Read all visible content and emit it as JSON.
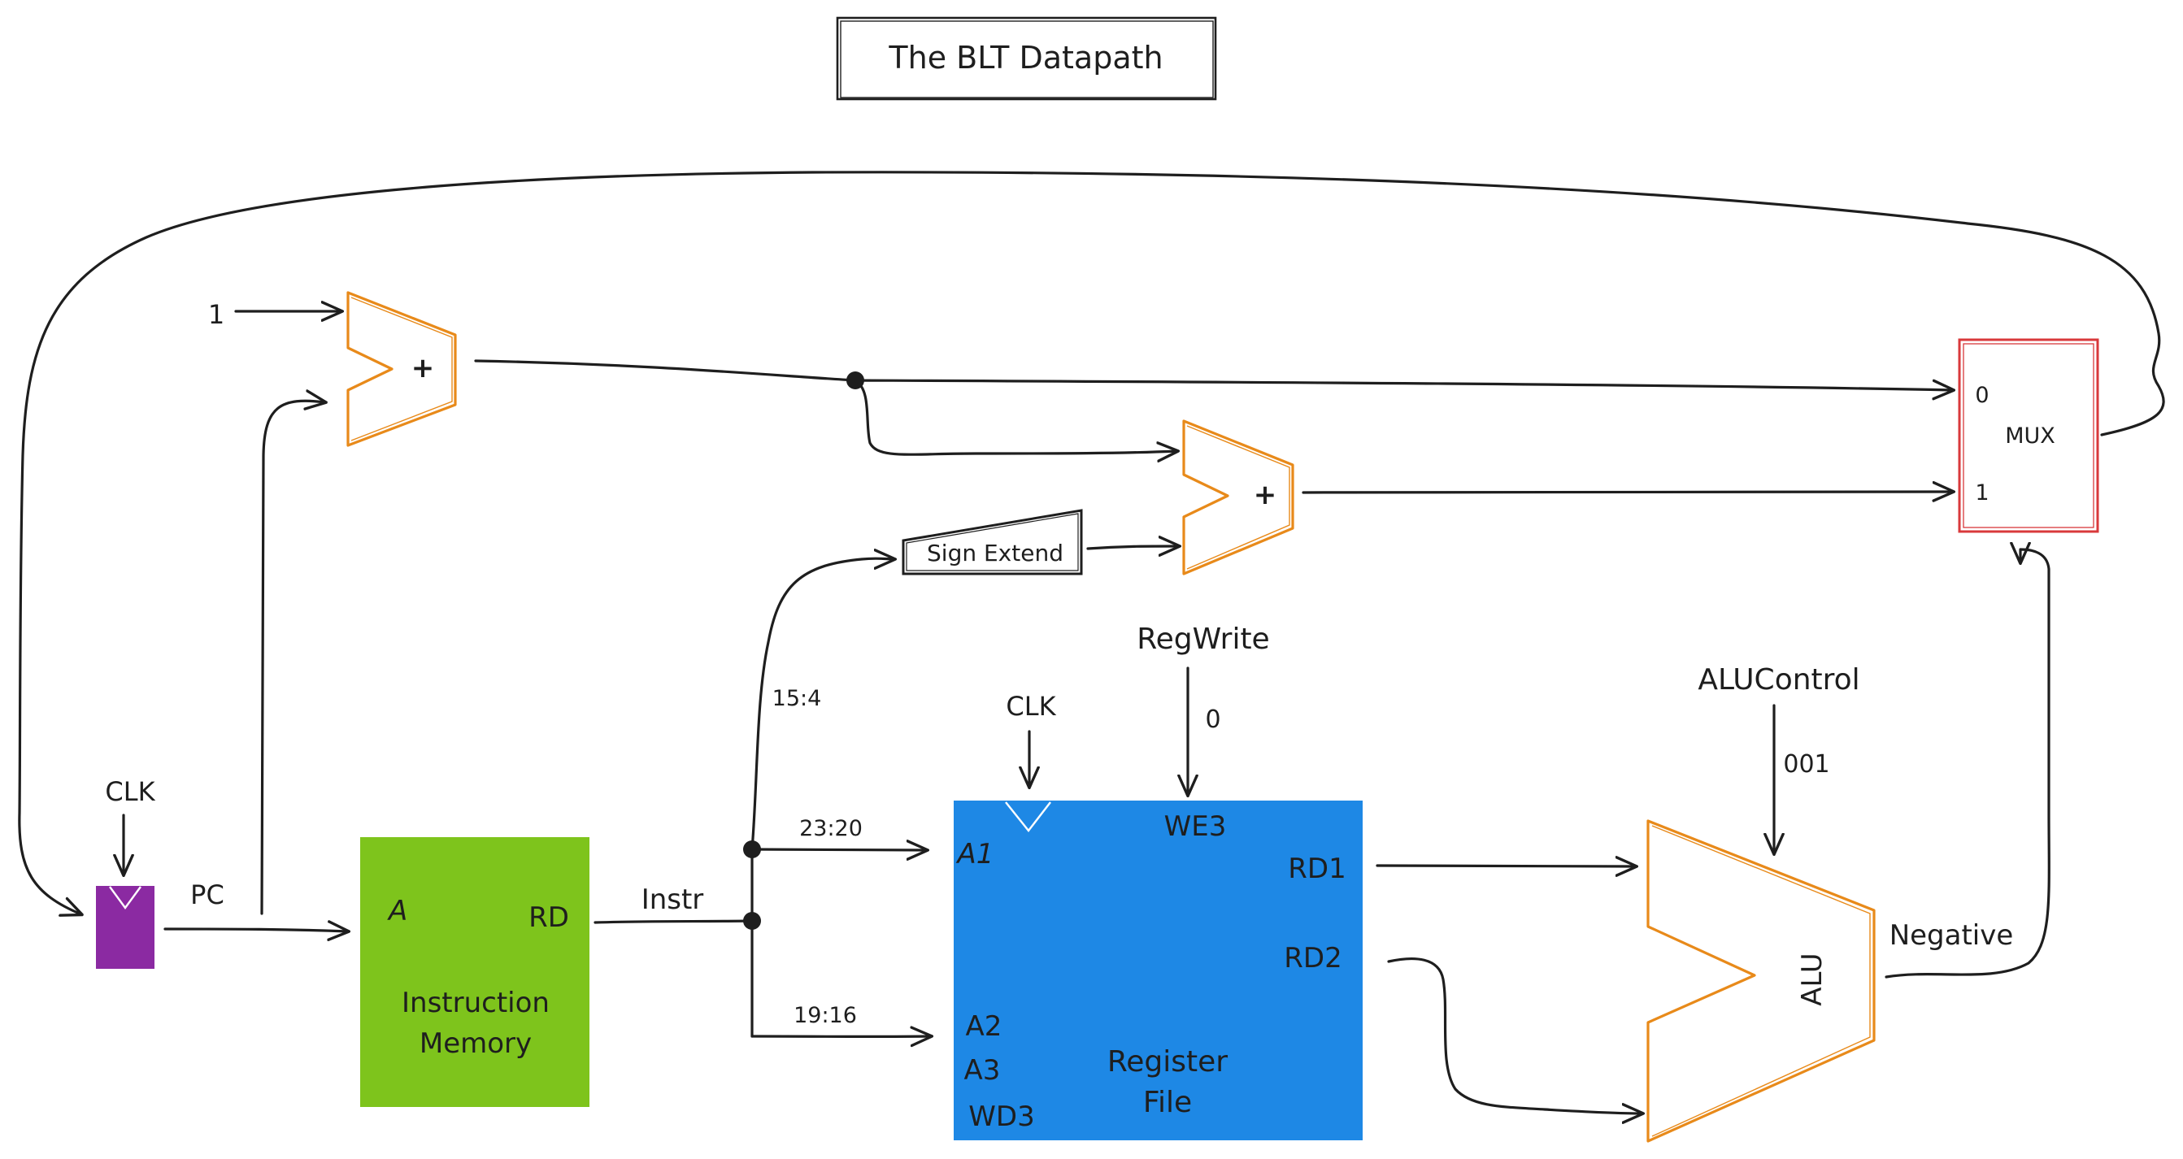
{
  "title": "The BLT Datapath",
  "constant_one": "1",
  "pc_register": {
    "clk": "CLK",
    "pc": "PC",
    "fill": "#8b2aa2"
  },
  "instruction_memory": {
    "port_a": "A",
    "port_rd": "RD",
    "name_line1": "Instruction",
    "name_line2": "Memory",
    "fill": "#7ec41c"
  },
  "instr_bus": "Instr",
  "bit_fields": {
    "upper": "15:4",
    "mid": "23:20",
    "lower": "19:16"
  },
  "sign_extend": "Sign Extend",
  "adder_symbol": "+",
  "register_file": {
    "clk": "CLK",
    "a1": "A1",
    "a2": "A2",
    "a3": "A3",
    "wd3": "WD3",
    "we3": "WE3",
    "rd1": "RD1",
    "rd2": "RD2",
    "name_line1": "Register",
    "name_line2": "File",
    "fill": "#1e88e5"
  },
  "regwrite": {
    "label": "RegWrite",
    "value": "0"
  },
  "alucontrol": {
    "label": "ALUControl",
    "value": "001"
  },
  "alu": {
    "name": "ALU",
    "negative": "Negative",
    "color": "#e88a1a"
  },
  "mux": {
    "input0": "0",
    "input1": "1",
    "name": "MUX",
    "color": "#d9393b"
  },
  "colors": {
    "ink": "#1e1e1e",
    "adder": "#e88a1a"
  }
}
